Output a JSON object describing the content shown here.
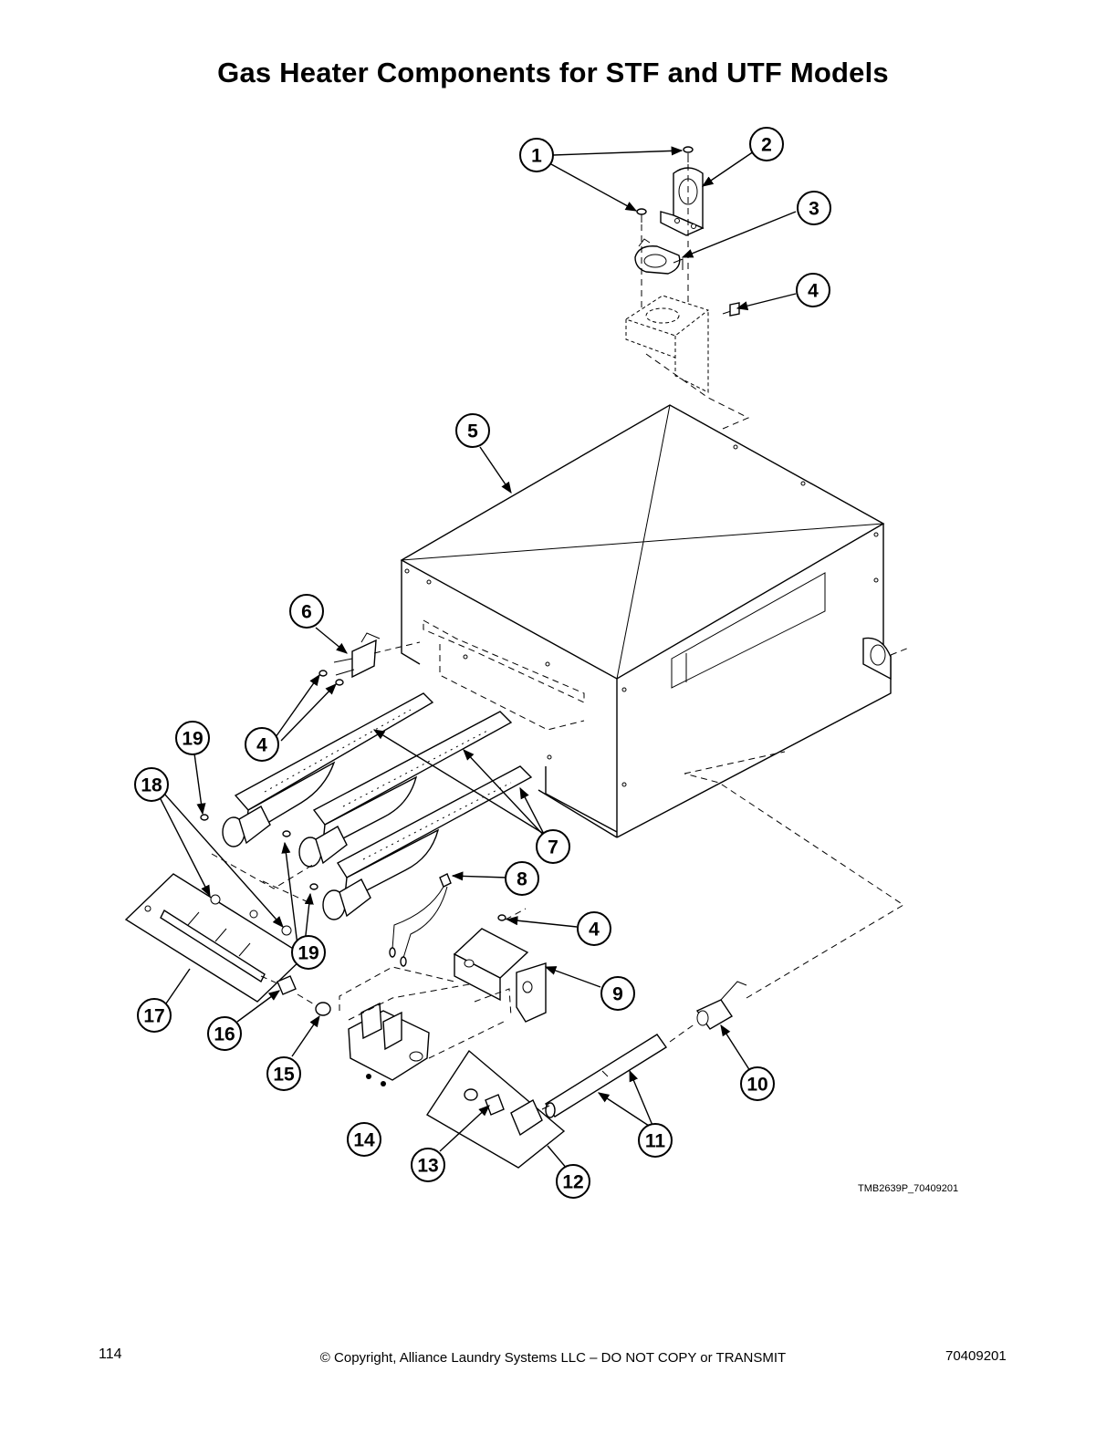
{
  "page": {
    "title": "Gas Heater Components for STF and UTF Models",
    "drawing_id": "TMB2639P_70409201",
    "footer": {
      "page_number": "114",
      "copyright": "© Copyright, Alliance Laundry Systems LLC – DO NOT COPY or TRANSMIT",
      "doc_number": "70409201"
    }
  },
  "callouts": {
    "c1": "1",
    "c2": "2",
    "c3": "3",
    "c4a": "4",
    "c5": "5",
    "c6": "6",
    "c4b": "4",
    "c19a": "19",
    "c18": "18",
    "c7": "7",
    "c8": "8",
    "c4c": "4",
    "c19b": "19",
    "c9": "9",
    "c17": "17",
    "c16": "16",
    "c15": "15",
    "c10": "10",
    "c14": "14",
    "c11": "11",
    "c13": "13",
    "c12": "12"
  }
}
